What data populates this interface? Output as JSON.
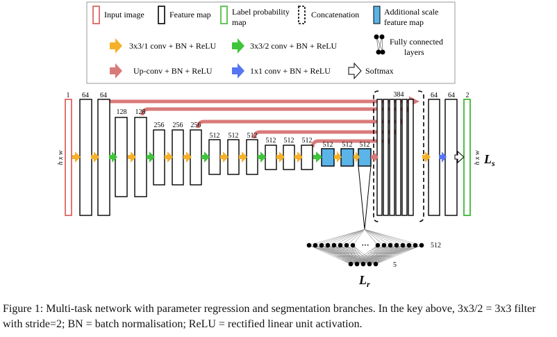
{
  "legend": {
    "input_image": "Input image",
    "feature_map": "Feature map",
    "label_prob_line1": "Label probability",
    "label_prob_line2": "map",
    "concatenation": "Concatenation",
    "additional_line1": "Additional scale",
    "additional_line2": "feature map",
    "fc_line1": "Fully connected",
    "fc_line2": "layers",
    "conv1": "3x3/1 conv + BN + ReLU",
    "conv2": "3x3/2 conv + BN + ReLU",
    "upconv": "Up-conv + BN + ReLU",
    "conv1x1": "1x1 conv + BN + ReLU",
    "softmax": "Softmax"
  },
  "colors": {
    "input": "#d9534f",
    "label": "#3db834",
    "additional": "#5bb4e8",
    "orange": "#f6b12a",
    "green": "#3fc43a",
    "red": "#d97a7a",
    "blue": "#5575f2"
  },
  "network": {
    "channels": {
      "c1": "1",
      "c64a": "64",
      "c64b": "64",
      "c128a": "128",
      "c128b": "128",
      "c256a": "256",
      "c256b": "256",
      "c256c": "256",
      "c512a": "512",
      "c512b": "512",
      "c512c": "512",
      "c512d": "512",
      "c512e": "512",
      "c512f": "512",
      "c512g": "512",
      "c512h": "512",
      "c512i": "512",
      "c384": "384",
      "c64c": "64",
      "c64d": "64",
      "c2": "2"
    },
    "hw_left": "h x w",
    "hw_right": "h x w",
    "loss_s": "L",
    "loss_s_sub": "s",
    "loss_r": "L",
    "loss_r_sub": "r",
    "fc_512": "512",
    "fc_5": "5",
    "ellipsis": "···"
  },
  "caption": "Figure 1: Multi-task network with parameter regression and segmentation branches. In the key above, 3x3/2 = 3x3 filter with stride=2; BN = batch normalisation; ReLU = rectified linear unit activation."
}
